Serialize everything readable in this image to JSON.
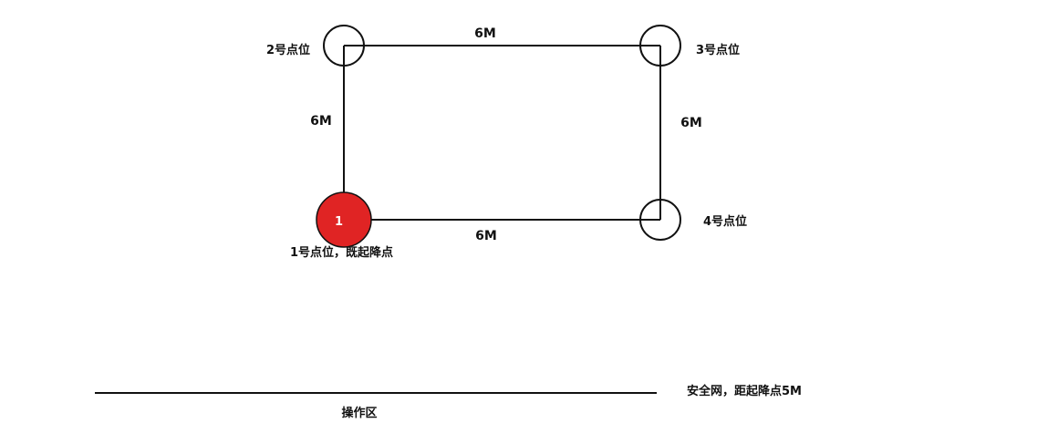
{
  "diagram": {
    "points": {
      "p1": {
        "number": "1",
        "caption": "1号点位，既起降点",
        "fill": "#e02424"
      },
      "p2": {
        "caption": "2号点位"
      },
      "p3": {
        "caption": "3号点位"
      },
      "p4": {
        "caption": "4号点位"
      }
    },
    "edges": {
      "top": "6M",
      "left": "6M",
      "right": "6M",
      "bottom": "6M"
    },
    "safety_net": {
      "caption": "安全网，距起降点5M"
    },
    "operation_area": {
      "caption": "操作区"
    },
    "colors": {
      "stroke": "#111111",
      "start_point_fill": "#e02424",
      "text": "#111111"
    }
  }
}
